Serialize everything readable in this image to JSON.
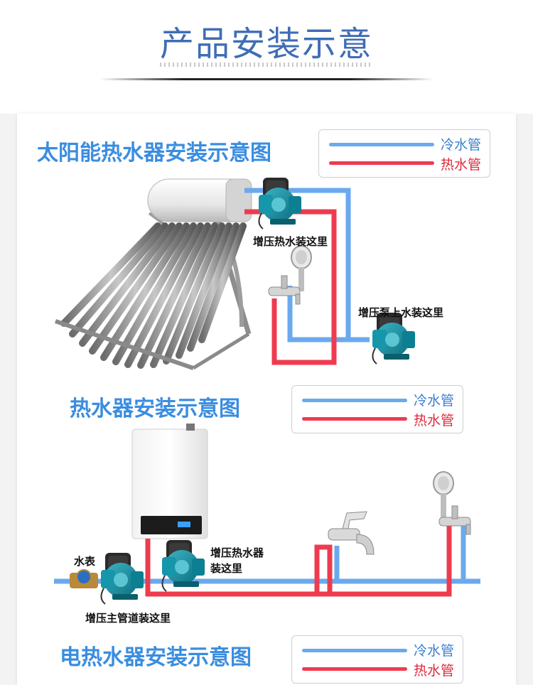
{
  "header": {
    "title": "产品安装示意"
  },
  "legend": {
    "cold_label": "冷水管",
    "hot_label": "热水管"
  },
  "colors": {
    "cold": "#6aa9ee",
    "hot": "#ee3b4f",
    "title_blue": "#3a8de0"
  },
  "sections": {
    "solar": {
      "title": "太阳能热水器安装示意图",
      "label_hot_pump": "增压热水装这里",
      "label_cold_pump": "增压泵上水装这里"
    },
    "gas": {
      "title": "热水器安装示意图",
      "label_meter": "水表",
      "label_heater_pump_line1": "增压热水器",
      "label_heater_pump_line2": "装这里",
      "label_main_pump": "增压主管道装这里"
    },
    "electric": {
      "title": "电热水器安装示意图"
    }
  }
}
